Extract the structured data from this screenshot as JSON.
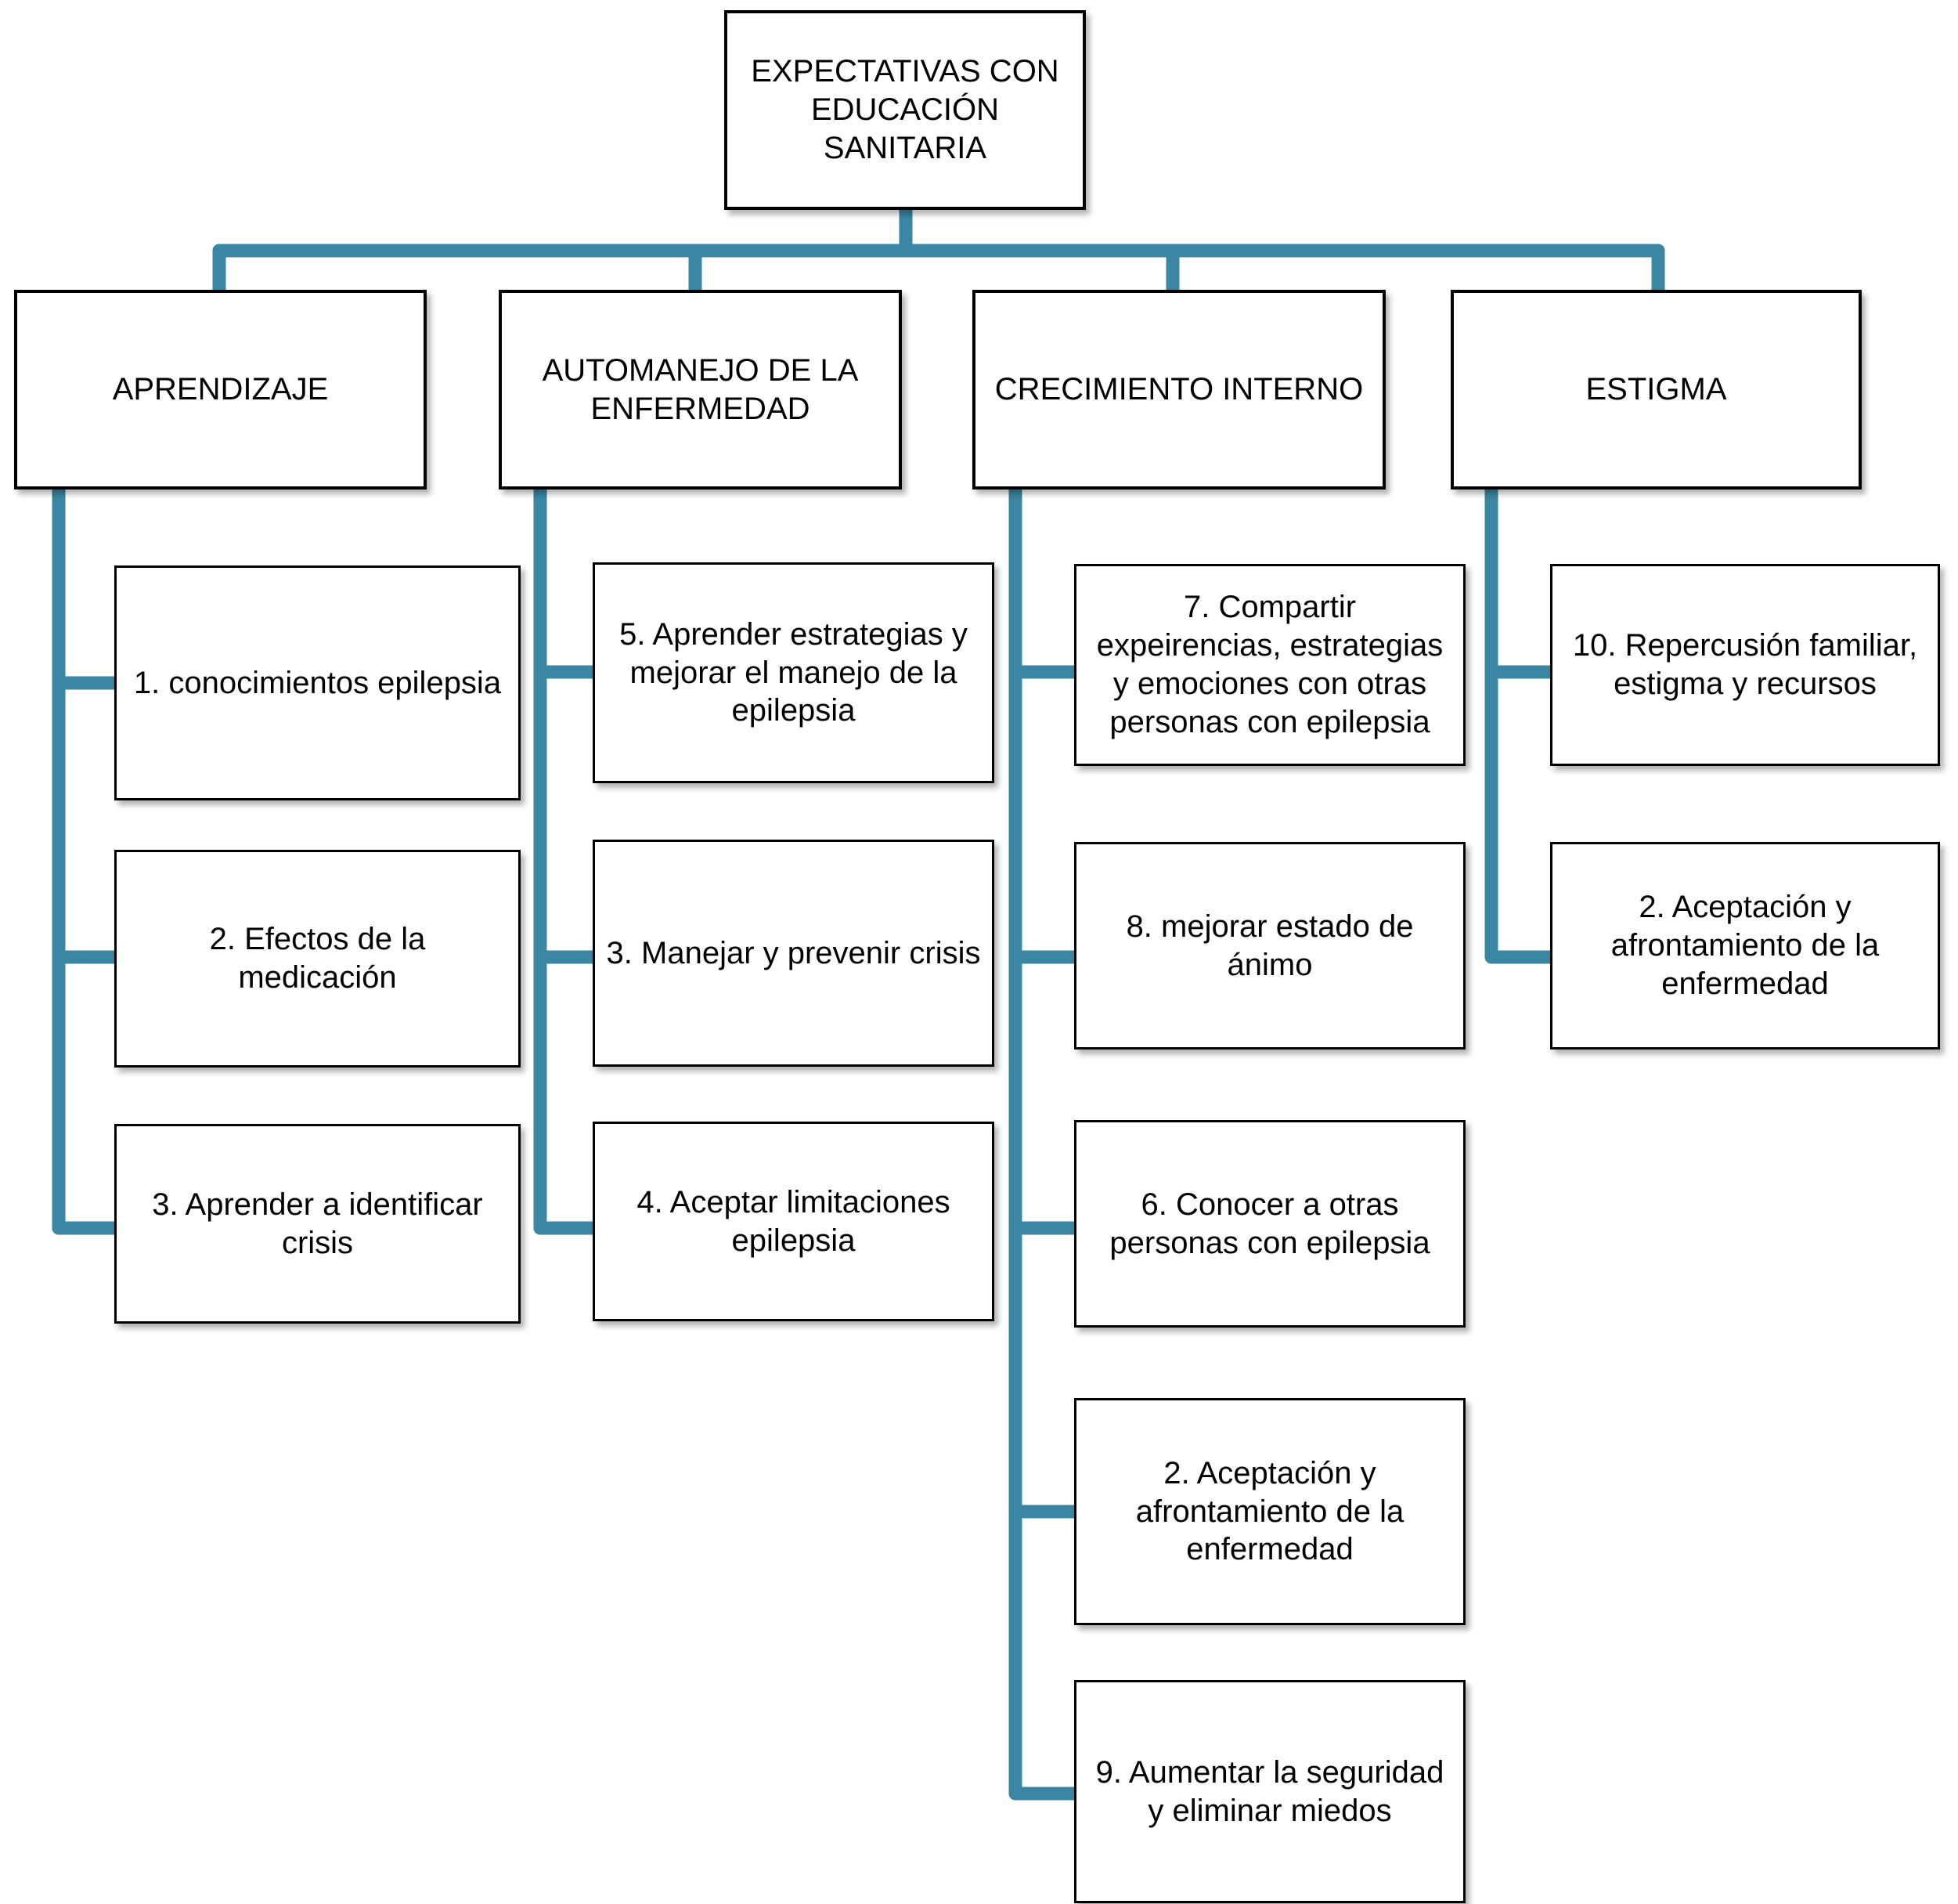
{
  "diagram": {
    "title": "EXPECTATIVAS CON EDUCACIÓN SANITARIA",
    "connector_color": "#3b87a3",
    "box_border_color": "#000000",
    "box_fill_color": "#ffffff",
    "root": {
      "label": "EXPECTATIVAS CON\nEDUCACIÓN SANITARIA"
    },
    "branches": [
      {
        "label": "APRENDIZAJE",
        "children": [
          {
            "label": "1. conocimientos epilepsia"
          },
          {
            "label": "2. Efectos de la medicación"
          },
          {
            "label": "3. Aprender a identificar crisis"
          }
        ]
      },
      {
        "label": "AUTOMANEJO DE LA ENFERMEDAD",
        "children": [
          {
            "label": "5. Aprender estrategias y mejorar el manejo de la epilepsia"
          },
          {
            "label": "3. Manejar y prevenir crisis"
          },
          {
            "label": "4. Aceptar limitaciones epilepsia"
          }
        ]
      },
      {
        "label": "CRECIMIENTO INTERNO",
        "children": [
          {
            "label": "7. Compartir expeirencias, estrategias y emociones con otras personas con epilepsia"
          },
          {
            "label": "8. mejorar estado de ánimo"
          },
          {
            "label": "6. Conocer a otras personas con epilepsia"
          },
          {
            "label": "2. Aceptación  y afrontamiento de la enfermedad"
          },
          {
            "label": "9. Aumentar la seguridad y eliminar miedos"
          }
        ]
      },
      {
        "label": "ESTIGMA",
        "children": [
          {
            "label": "10. Repercusión familiar, estigma y recursos"
          },
          {
            "label": "2. Aceptación y afrontamiento de la enfermedad"
          }
        ]
      }
    ]
  }
}
